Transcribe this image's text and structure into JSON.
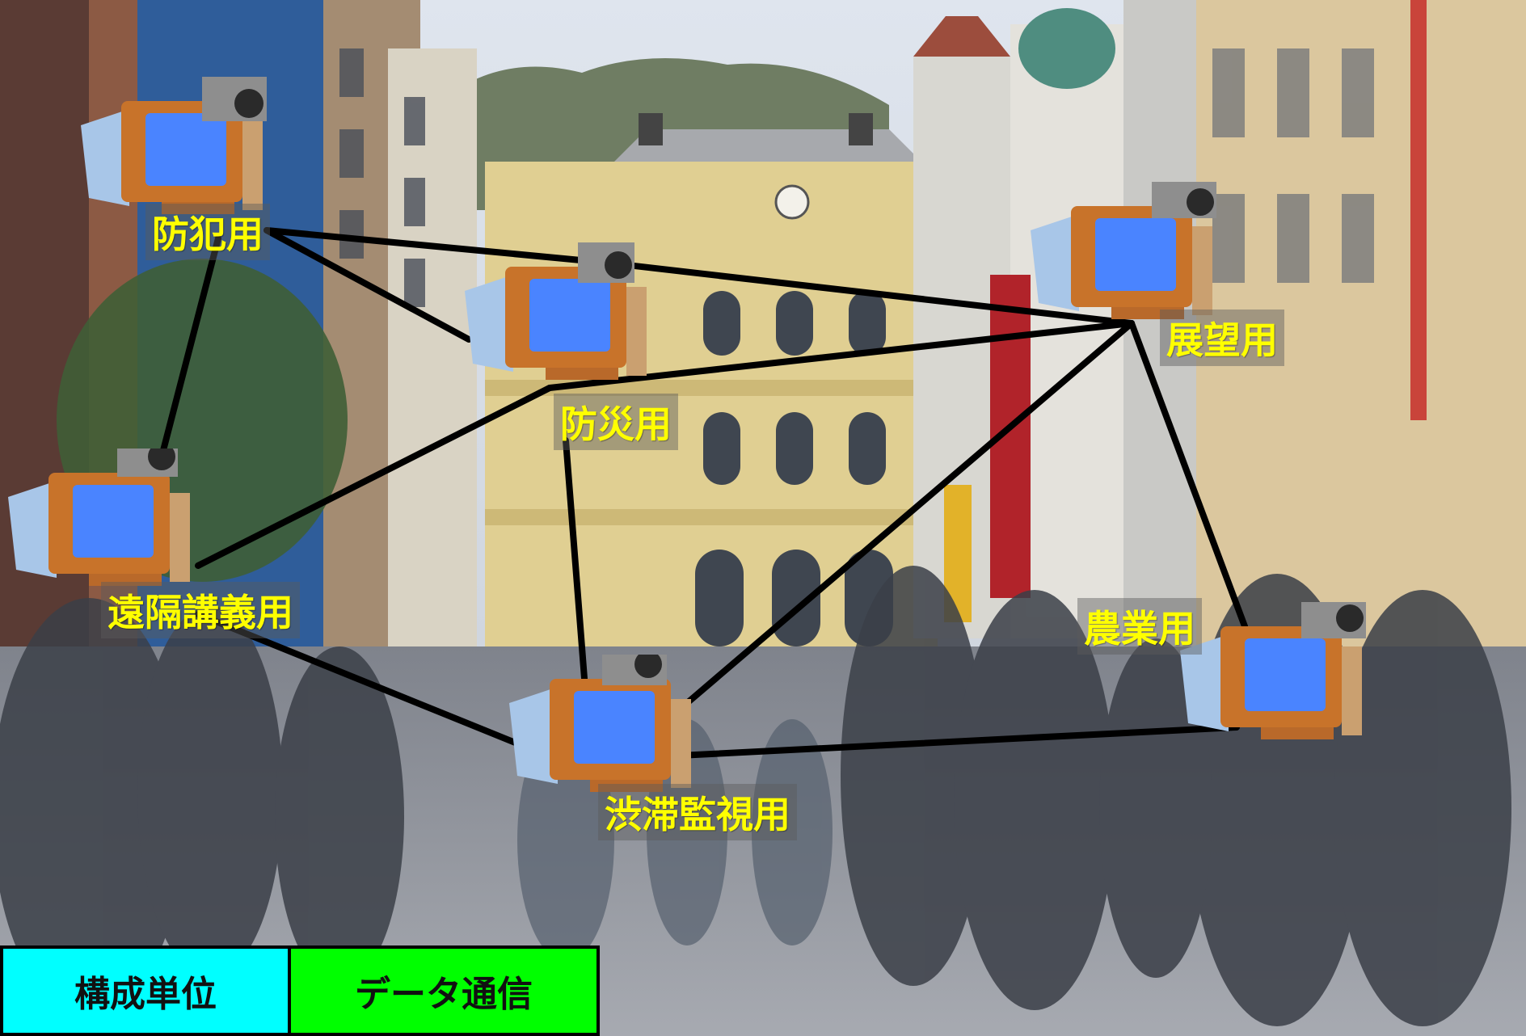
{
  "labels": {
    "crime": "防犯用",
    "disaster": "防災用",
    "view": "展望用",
    "lecture": "遠隔講義用",
    "agri": "農業用",
    "traffic": "渋滞監視用"
  },
  "legend": {
    "unit": "構成単位",
    "comm": "データ通信"
  },
  "colors": {
    "label_text": "#ffff00",
    "link_line": "#000000",
    "legend_unit_bg": "#00ffff",
    "legend_comm_bg": "#00ff00",
    "monitor_body": "#c8732a",
    "monitor_screen": "#4a84ff",
    "camera": "#8e8e8e"
  },
  "icons": [
    "monitor-icon",
    "security-camera-icon"
  ]
}
